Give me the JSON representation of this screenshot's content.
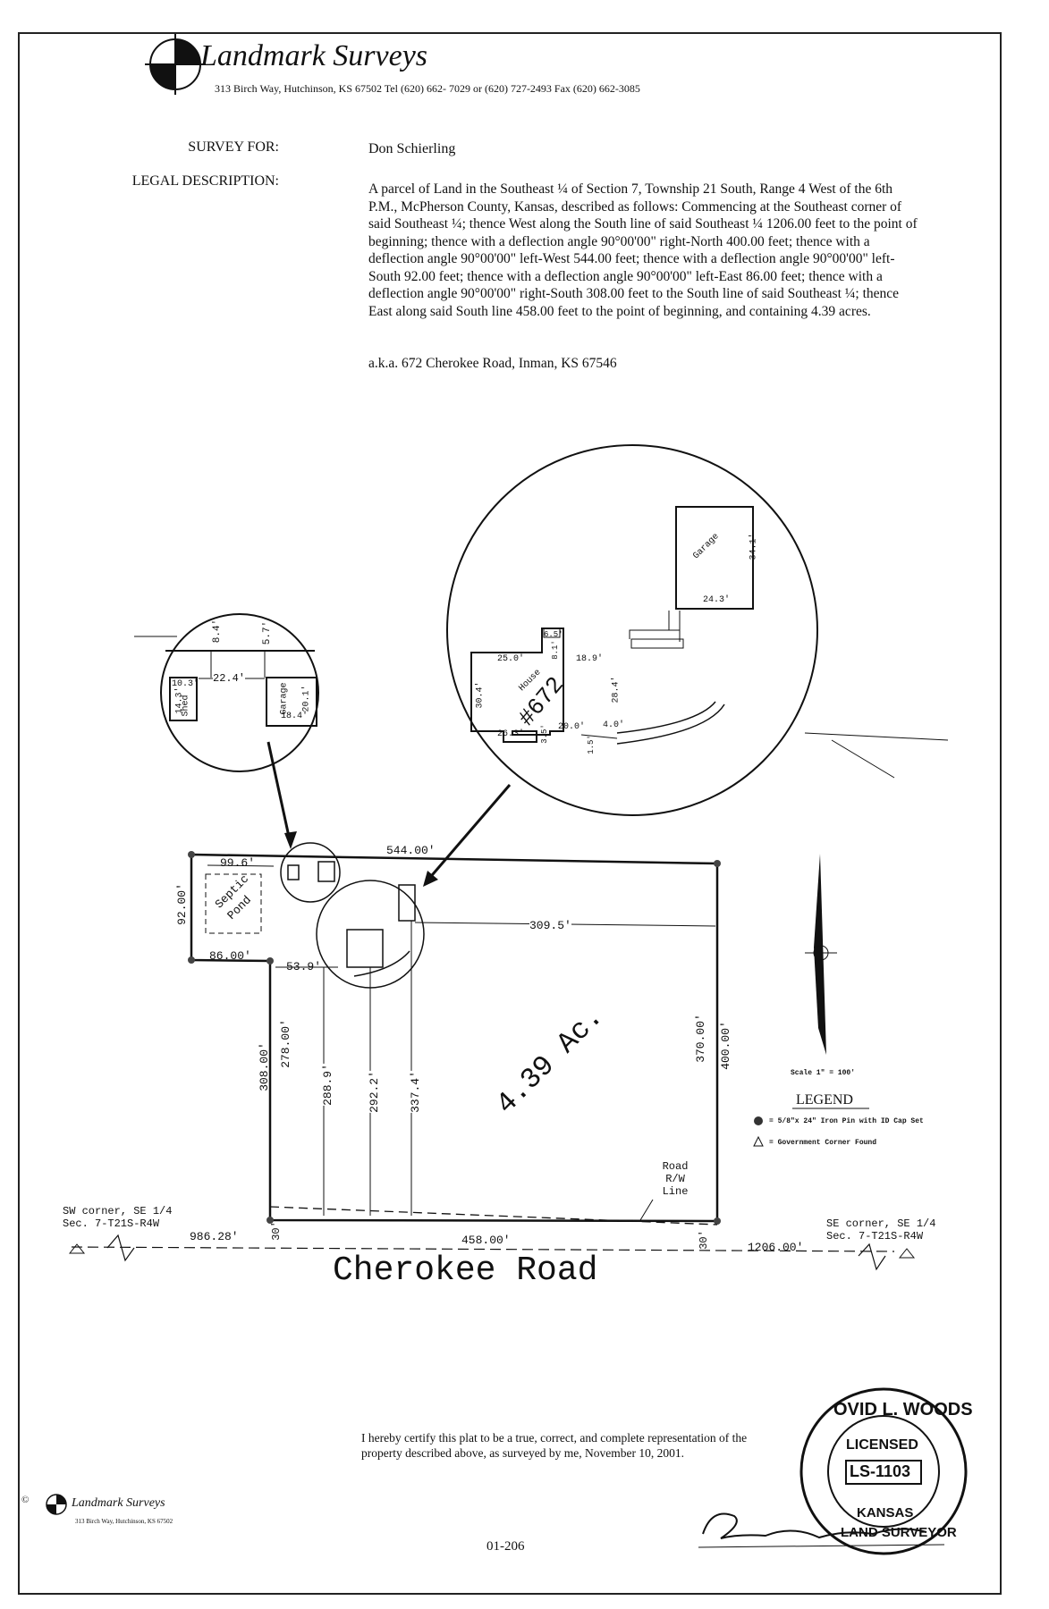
{
  "header": {
    "company": "Landmark Surveys",
    "address_line": "313 Birch Way, Hutchinson, KS 67502    Tel (620) 662- 7029 or (620) 727-2493  Fax (620) 662-3085"
  },
  "survey_for_label": "SURVEY FOR:",
  "survey_for_value": "Don Schierling",
  "legal_label": "LEGAL DESCRIPTION:",
  "legal_text": "A parcel of Land in the Southeast ¼ of Section 7, Township 21 South, Range 4 West of the 6th P.M., McPherson County, Kansas, described as follows: Commencing at the Southeast corner of said Southeast ¼; thence West along the South line of said Southeast ¼ 1206.00 feet to the point of beginning; thence with a deflection angle 90°00'00\" right-North 400.00 feet; thence with a deflection angle 90°00'00\" left-West 544.00 feet; thence with a deflection angle 90°00'00\" left-South 92.00 feet; thence with a deflection angle 90°00'00\" left-East 86.00 feet; thence with a deflection angle 90°00'00\" right-South 308.00 feet to the South line of said Southeast ¼; thence East along said South line 458.00 feet to the point of beginning, and containing 4.39 acres.",
  "aka": "a.k.a.  672 Cherokee Road, Inman, KS  67546",
  "plat": {
    "top": "544.00'",
    "west_top": "99.6'",
    "septic": [
      "Septic",
      "Pond"
    ],
    "left_92": "92.00'",
    "step_86": "86.00'",
    "d_53": "53.9'",
    "d_309": "309.5'",
    "d_308": "308.00'",
    "d_278": "278.00'",
    "d_288": "288.9'",
    "d_292": "292.2'",
    "d_337": "337.4'",
    "d_370": "370.00'",
    "d_400": "400.00'",
    "acres": "4.39 Ac.",
    "row_label": [
      "Road",
      "R/W",
      "Line"
    ],
    "d_30a": "30'",
    "d_30b": "30'",
    "d_458": "458.00'",
    "d_986": "986.28'",
    "d_1206": "1206.00'",
    "road": "Cherokee Road",
    "sw_corner": [
      "SW corner, SE 1/4",
      "Sec. 7-T21S-R4W"
    ],
    "se_corner": [
      "SE corner, SE 1/4",
      "Sec. 7-T21S-R4W"
    ]
  },
  "detail_small": {
    "d_84": "8.4'",
    "d_57": "5.7'",
    "d_224": "22.4'",
    "d_103": "10.3'",
    "d_143": "14.3'",
    "shed": "Shed",
    "garage": "Garage",
    "d_201": "20.1'",
    "d_184": "18.4'"
  },
  "detail_large": {
    "garage": "Garage",
    "d_341": "34.1'",
    "d_243": "24.3'",
    "d_65": "6.5'",
    "d_81": "8.1'",
    "d_250": "25.0'",
    "d_189": "18.9'",
    "house": "House",
    "number": "#672",
    "d_304": "30.4'",
    "d_284": "28.4'",
    "d_263": "26.3'",
    "d_35": "3.5'",
    "d_200": "20.0'",
    "d_40": "4.0'",
    "d_15": "1.5'"
  },
  "scale": "Scale 1\" = 100'",
  "legend": {
    "title": "LEGEND",
    "item1": "= 5/8\"x 24\" Iron Pin with ID Cap Set",
    "item2": "= Government Corner Found"
  },
  "certification": "I hereby certify this plat to be a true, correct, and complete representation of the property described above, as surveyed by me, November 10, 2001.",
  "seal": {
    "name": "OVID L. WOODS",
    "licensed": "LICENSED",
    "number": "LS-1103",
    "state": "KANSAS",
    "title": "LAND SURVEYOR"
  },
  "footer": {
    "copyright": "©",
    "company": "Landmark Surveys",
    "address": "313 Birch Way, Hutchinson, KS 67502",
    "job": "01-206"
  }
}
